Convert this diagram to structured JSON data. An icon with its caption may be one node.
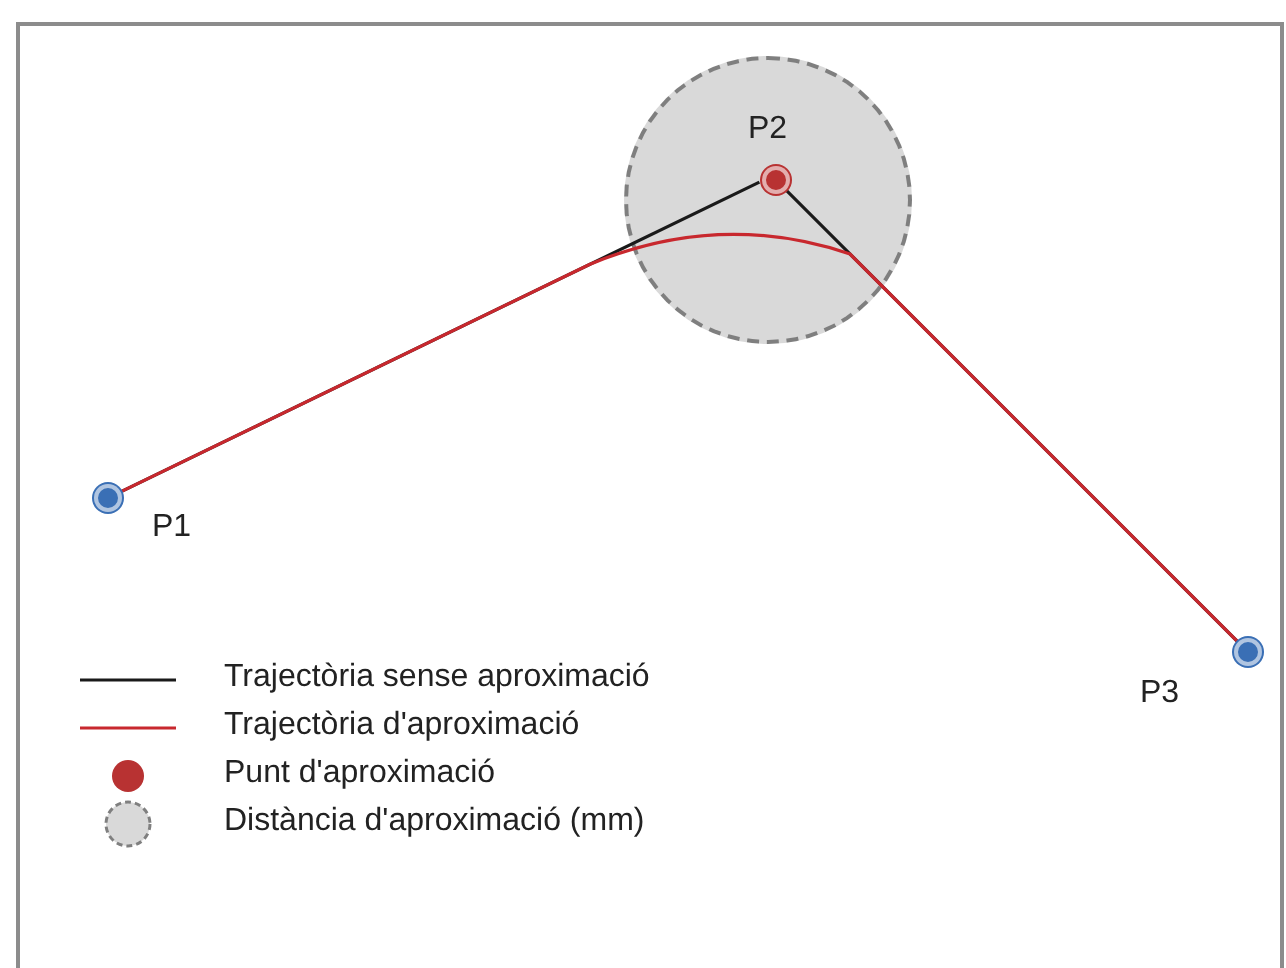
{
  "diagram": {
    "nodes": [
      {
        "text": [
          "P1"
        ]
      },
      {
        "text": [],
        "shape": "circle"
      },
      {
        "text": [
          "P2"
        ],
        "in": 1
      },
      {
        "text": [
          "P3"
        ]
      }
    ],
    "edges": [
      {
        "from": 0,
        "to": 2,
        "arrow": "none"
      },
      {
        "from": 2,
        "to": 3,
        "arrow": "none"
      },
      {
        "from": 0,
        "to": 3,
        "arrow": "none",
        "color": "#c8282e"
      }
    ],
    "legend": [
      {
        "text": "Trajectòria sense aproximació"
      },
      {
        "text": "Trajectòria d'aproximació"
      },
      {
        "text": "Punt d'aproximació",
        "color": "#b83232"
      },
      {
        "text": "Distància d'aproximació (mm)"
      }
    ]
  }
}
